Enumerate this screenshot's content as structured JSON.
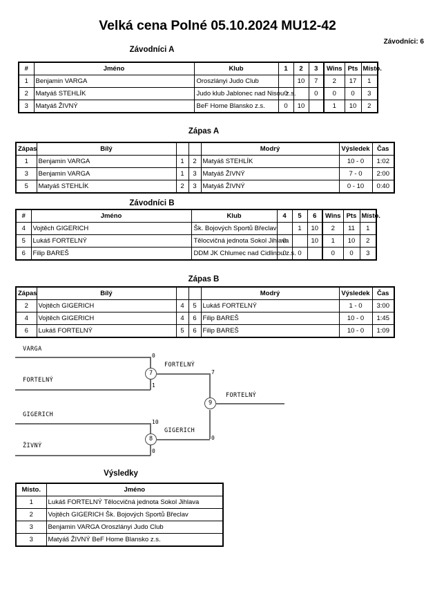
{
  "header": {
    "title": "Velká cena Polné 05.10.2024 MU12-42",
    "competitor_count_label": "Závodníci: 6"
  },
  "pool_a": {
    "caption": "Závodníci A",
    "columns": [
      "#",
      "Jméno",
      "Klub",
      "1",
      "2",
      "3",
      "Wins",
      "Pts",
      "Místo."
    ],
    "rows": [
      {
        "num": "1",
        "name": "Benjamin VARGA",
        "club": "Oroszlányi Judo Club",
        "s1": "",
        "s2": "10",
        "s3": "7",
        "wins": "2",
        "pts": "17",
        "place": "1"
      },
      {
        "num": "2",
        "name": "Matyáš STEHLÍK",
        "club": "Judo klub Jablonec nad Nisou z.s.",
        "s1": "0",
        "s2": "",
        "s3": "0",
        "wins": "0",
        "pts": "0",
        "place": "3"
      },
      {
        "num": "3",
        "name": "Matyáš ŽIVNÝ",
        "club": "BeF Home Blansko z.s.",
        "s1": "0",
        "s2": "10",
        "s3": "",
        "wins": "1",
        "pts": "10",
        "place": "2"
      }
    ]
  },
  "matches_a": {
    "caption": "Zápas A",
    "columns": [
      "Zápas",
      "Bílý",
      "",
      "",
      "Modrý",
      "Výsledek",
      "Čas"
    ],
    "rows": [
      {
        "no": "1",
        "white": "Benjamin VARGA",
        "wn": "1",
        "bn": "2",
        "blue": "Matyáš STEHLÍK",
        "result": "10 - 0",
        "time": "1:02"
      },
      {
        "no": "3",
        "white": "Benjamin VARGA",
        "wn": "1",
        "bn": "3",
        "blue": "Matyáš ŽIVNÝ",
        "result": "7 - 0",
        "time": "2:00"
      },
      {
        "no": "5",
        "white": "Matyáš STEHLÍK",
        "wn": "2",
        "bn": "3",
        "blue": "Matyáš ŽIVNÝ",
        "result": "0 - 10",
        "time": "0:40"
      }
    ]
  },
  "pool_b": {
    "caption": "Závodníci B",
    "columns": [
      "#",
      "Jméno",
      "Klub",
      "4",
      "5",
      "6",
      "Wins",
      "Pts",
      "Místo."
    ],
    "rows": [
      {
        "num": "4",
        "name": "Vojtěch GIGERICH",
        "club": "Šk. Bojových Sportů Břeclav",
        "s1": "",
        "s2": "1",
        "s3": "10",
        "wins": "2",
        "pts": "11",
        "place": "1"
      },
      {
        "num": "5",
        "name": "Lukáš FORTELNÝ",
        "club": "Tělocvičná jednota Sokol Jihlava",
        "s1": "0",
        "s2": "",
        "s3": "10",
        "wins": "1",
        "pts": "10",
        "place": "2"
      },
      {
        "num": "6",
        "name": "Filip BAREŠ",
        "club": "DDM JK Chlumec nad Cidlinou z.s.",
        "s1": "0",
        "s2": "0",
        "s3": "",
        "wins": "0",
        "pts": "0",
        "place": "3"
      }
    ]
  },
  "matches_b": {
    "caption": "Zápas B",
    "columns": [
      "Zápas",
      "Bílý",
      "",
      "",
      "Modrý",
      "Výsledek",
      "Čas"
    ],
    "rows": [
      {
        "no": "2",
        "white": "Vojtěch GIGERICH",
        "wn": "4",
        "bn": "5",
        "blue": "Lukáš FORTELNÝ",
        "result": "1 - 0",
        "time": "3:00"
      },
      {
        "no": "4",
        "white": "Vojtěch GIGERICH",
        "wn": "4",
        "bn": "6",
        "blue": "Filip BAREŠ",
        "result": "10 - 0",
        "time": "1:45"
      },
      {
        "no": "6",
        "white": "Lukáš FORTELNÝ",
        "wn": "5",
        "bn": "6",
        "blue": "Filip BAREŠ",
        "result": "10 - 0",
        "time": "1:09"
      }
    ]
  },
  "bracket": {
    "entrants": {
      "top_upper": "VARGA",
      "top_lower": "FORTELNÝ",
      "bottom_upper": "GIGERICH",
      "bottom_lower": "ŽIVNÝ"
    },
    "semifinal_top": {
      "node": "7",
      "upper_score": "0",
      "lower_score": "1",
      "winner": "FORTELNÝ"
    },
    "semifinal_bottom": {
      "node": "8",
      "upper_score": "10",
      "lower_score": "0",
      "winner": "GIGERICH"
    },
    "final": {
      "node": "9",
      "upper_score": "7",
      "lower_score": "0",
      "winner": "FORTELNÝ"
    }
  },
  "results": {
    "caption": "Výsledky",
    "columns": [
      "Místo.",
      "Jméno"
    ],
    "rows": [
      {
        "place": "1",
        "name": "Lukáš FORTELNÝ Tělocvičná jednota Sokol Jihlava"
      },
      {
        "place": "2",
        "name": "Vojtěch GIGERICH Šk. Bojových Sportů Břeclav"
      },
      {
        "place": "3",
        "name": "Benjamin VARGA Oroszlányi Judo Club"
      },
      {
        "place": "3",
        "name": "Matyáš ŽIVNÝ BeF Home Blansko z.s."
      }
    ]
  }
}
